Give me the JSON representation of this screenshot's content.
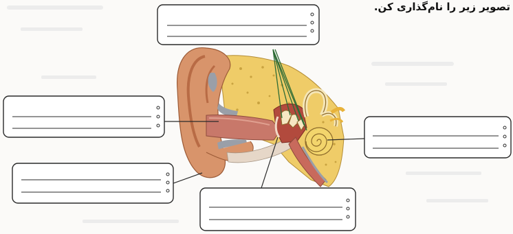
{
  "instruction": "تصویر زیر را نام‌گذاری کن.",
  "colors": {
    "ink": "#2a2a2a",
    "skin": "#d8946b",
    "skin_dark": "#b86b45",
    "bone": "#f0cf6a",
    "bone_dot": "#c9a340",
    "canal": "#c8786a",
    "cochlea": "#f3d56c",
    "nerve": "#e8b23a",
    "cartilage": "#9a9fa8",
    "leader": "#2d6b35"
  },
  "answer_boxes": [
    {
      "id": "box-top",
      "value": ""
    },
    {
      "id": "box-left-upper",
      "value": ""
    },
    {
      "id": "box-left-lower",
      "value": ""
    },
    {
      "id": "box-bottom",
      "value": ""
    },
    {
      "id": "box-right",
      "value": ""
    }
  ]
}
